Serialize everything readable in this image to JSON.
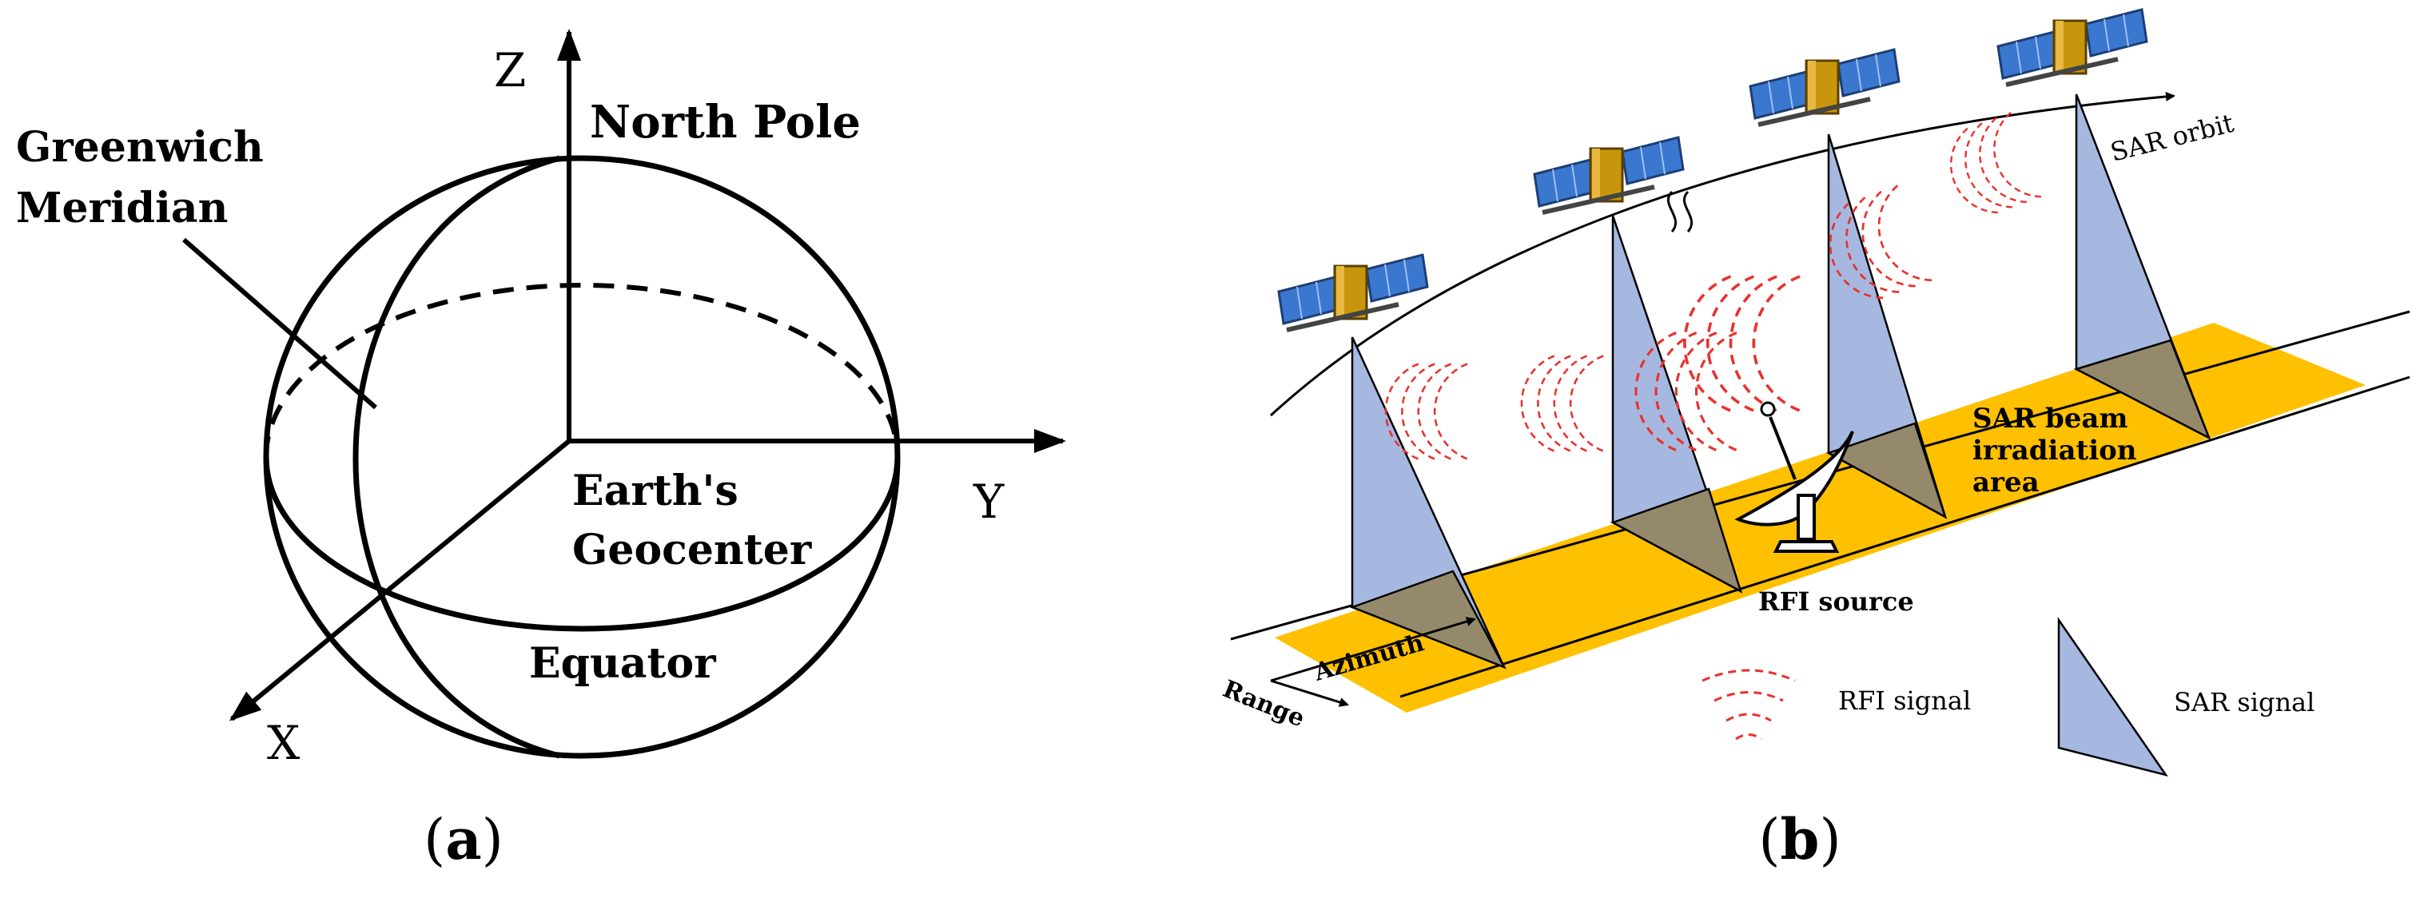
{
  "panel_a": {
    "caption_letter": "a",
    "labels": {
      "z_axis": "Z",
      "y_axis": "Y",
      "x_axis": "X",
      "north_pole": "North Pole",
      "greenwich_line1": "Greenwich",
      "greenwich_line2": "Meridian",
      "geocenter_line1": "Earth's",
      "geocenter_line2": "Geocenter",
      "equator": "Equator"
    }
  },
  "panel_b": {
    "caption_letter": "b",
    "labels": {
      "sar_orbit": "SAR orbit",
      "beam_line1": "SAR beam",
      "beam_line2": "irradiation",
      "beam_line3": "area",
      "rfi_source": "RFI source",
      "azimuth": "Azimuth",
      "range": "Range"
    },
    "legend": {
      "rfi_signal": "RFI signal",
      "sar_signal": "SAR signal"
    }
  },
  "colors": {
    "swath": "#FFC000",
    "footprint": "#948A6B",
    "sar_beam": "#A6B8E0",
    "rfi_wave": "#E8322E",
    "solar_panel": "#3A78D0",
    "satellite_body": "#C8960C"
  }
}
